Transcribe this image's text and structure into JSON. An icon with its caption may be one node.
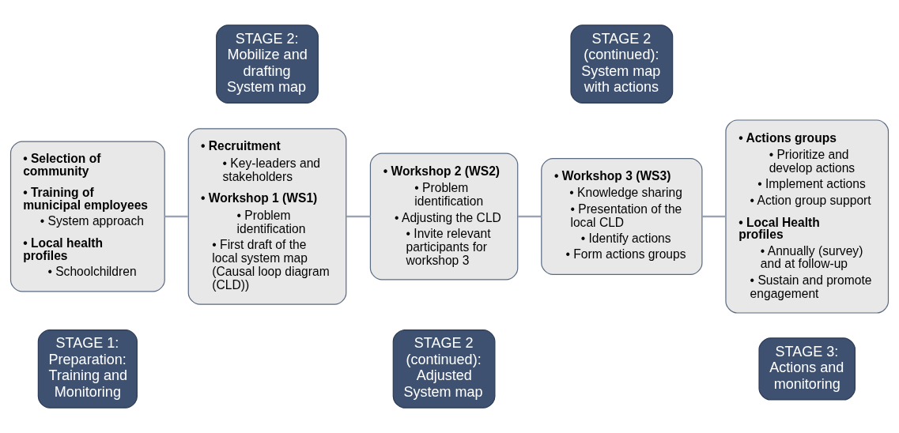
{
  "diagram": {
    "nodes": [
      {
        "text": [
          "• Selection of community",
          "• Training of municipal employees",
          "• System approach",
          "• Local health profiles",
          "• Schoolchildren"
        ]
      },
      {
        "text": [
          "STAGE 1: Preparation: Training and Monitoring"
        ]
      },
      {
        "text": [
          "• Recruitment",
          "• Key-leaders and stakeholders",
          "• Workshop 1 (WS1)",
          "• Problem identification",
          "• First draft of the local system map (Causal loop diagram (CLD))"
        ]
      },
      {
        "text": [
          "STAGE 2: Mobilize and drafting System map"
        ]
      },
      {
        "text": [
          "• Workshop 2 (WS2)",
          "• Problem identification",
          "• Adjusting the CLD",
          "• Invite relevant participants for workshop 3"
        ]
      },
      {
        "text": [
          "STAGE 2 (continued): Adjusted System map"
        ]
      },
      {
        "text": [
          "• Workshop 3 (WS3)",
          "• Knowledge sharing",
          "• Presentation of the local CLD",
          "• Identify actions",
          "• Form actions groups"
        ]
      },
      {
        "text": [
          "STAGE 2 (continued): System map with actions"
        ]
      },
      {
        "text": [
          "• Actions groups",
          "• Prioritize and develop actions",
          "• Implement actions",
          "• Action group support",
          "• Local Health profiles",
          "• Annually (survey) and at follow-up",
          "• Sustain and promote engagement"
        ]
      },
      {
        "text": [
          "STAGE 3: Actions and monitoring"
        ]
      }
    ],
    "edges": [
      {
        "from": 0,
        "to": 2,
        "arrow": "none"
      },
      {
        "from": 2,
        "to": 4,
        "arrow": "none"
      },
      {
        "from": 4,
        "to": 6,
        "arrow": "none"
      },
      {
        "from": 6,
        "to": 8,
        "arrow": "none"
      }
    ]
  }
}
